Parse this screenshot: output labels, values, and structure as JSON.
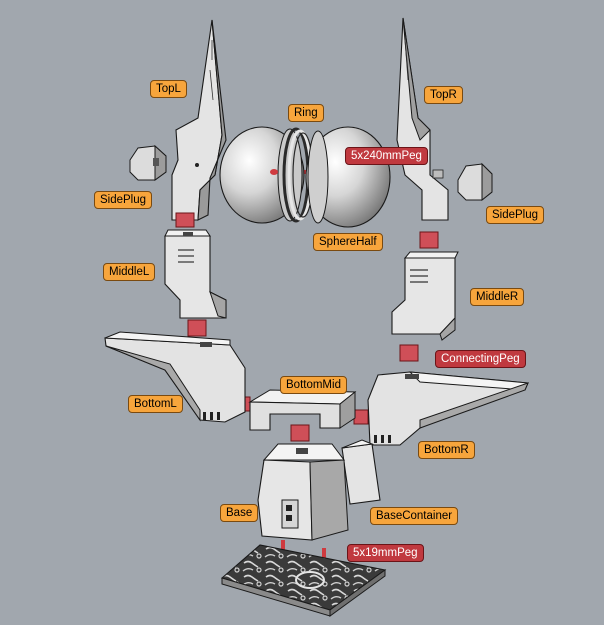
{
  "colors": {
    "background": "#a1a7ae",
    "part_label": "#f7a53c",
    "peg_label": "#c0393f",
    "part_face_light": "#ebebeb",
    "part_face_mid": "#cfcfcf",
    "part_face_dark": "#8f8f8f",
    "peg_block": "#cf4f58"
  },
  "labels": {
    "top_l": "TopL",
    "top_r": "TopR",
    "ring": "Ring",
    "side_plug_l": "SidePlug",
    "side_plug_r": "SidePlug",
    "peg_240": "5x240mmPeg",
    "sphere_half": "SphereHalf",
    "middle_l": "MiddleL",
    "middle_r": "MiddleR",
    "connecting_peg": "ConnectingPeg",
    "bottom_mid": "BottomMid",
    "bottom_l": "BottomL",
    "bottom_r": "BottomR",
    "base": "Base",
    "base_container": "BaseContainer",
    "peg_19": "5x19mmPeg"
  }
}
